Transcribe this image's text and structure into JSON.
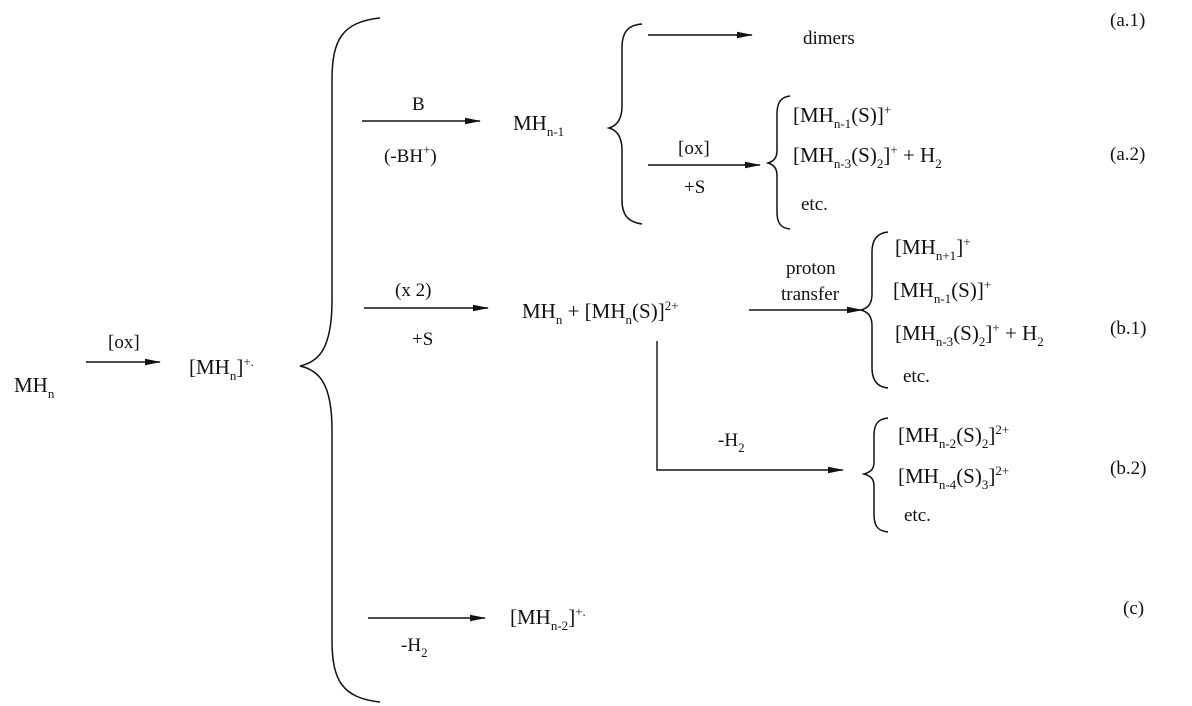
{
  "scheme": {
    "start": {
      "main": "MH",
      "sub": "n"
    },
    "step1": {
      "condition": "[ox]"
    },
    "cation": {
      "prefix": "[MH",
      "sub": "n",
      "suffix": "]",
      "sup": "+."
    },
    "path_a": {
      "reagent_above": "B",
      "reagent_below": {
        "open": "(-BH",
        "sup": "+",
        "close": ")"
      },
      "product": {
        "main": "MH",
        "sub": "n-1"
      },
      "a1": {
        "product": "dimers",
        "label": "(a.1)"
      },
      "a2": {
        "condition_above": "[ox]",
        "condition_below": "+S",
        "products": [
          {
            "a": "[MH",
            "sub1": "n-1",
            "b": "(S)]",
            "sup": "+",
            "c": ""
          },
          {
            "a": "[MH",
            "sub1": "n-3",
            "b": "(S)",
            "sub2": "2",
            "c": "]",
            "sup": "+",
            "d": " + H",
            "sub3": "2"
          },
          {
            "text": "etc."
          }
        ],
        "label": "(a.2)"
      }
    },
    "path_b": {
      "reagent_above": "(x 2)",
      "reagent_below": "+S",
      "intermediate": {
        "a": "MH",
        "sub1": "n",
        "b": " + [MH",
        "sub2": "n",
        "c": "(S)]",
        "sup": "2+"
      },
      "b1": {
        "condition_line1": "proton",
        "condition_line2": "transfer",
        "products": [
          {
            "a": "[MH",
            "sub1": "n+1",
            "b": "]",
            "sup": "+"
          },
          {
            "a": "[MH",
            "sub1": "n-1",
            "b": "(S)]",
            "sup": "+"
          },
          {
            "a": "[MH",
            "sub1": "n-3",
            "b": "(S)",
            "sub2": "2",
            "c": "]",
            "sup": "+",
            "d": " + H",
            "sub3": "2"
          },
          {
            "text": "etc."
          }
        ],
        "label": "(b.1)"
      },
      "b2": {
        "condition": {
          "a": "-H",
          "sub": "2"
        },
        "products": [
          {
            "a": "[MH",
            "sub1": "n-2",
            "b": "(S)",
            "sub2": "2",
            "c": "]",
            "sup": "2+"
          },
          {
            "a": "[MH",
            "sub1": "n-4",
            "b": "(S)",
            "sub2": "3",
            "c": "]",
            "sup": "2+"
          },
          {
            "text": "etc."
          }
        ],
        "label": "(b.2)"
      }
    },
    "path_c": {
      "reagent_below": {
        "a": "-H",
        "sub": "2"
      },
      "product": {
        "a": "[MH",
        "sub": "n-2",
        "b": "]",
        "sup": "+."
      },
      "label": "(c)"
    }
  }
}
